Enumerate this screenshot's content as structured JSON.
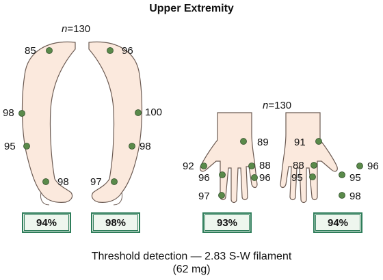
{
  "title": "Upper Extremity",
  "n_label_left": "n=130",
  "n_label_right": "n=130",
  "values": {
    "left_arm": {
      "shoulder": "85",
      "upper_arm": "98",
      "forearm": "95",
      "wrist": "98"
    },
    "right_arm": {
      "shoulder": "96",
      "upper_arm": "100",
      "forearm": "98",
      "wrist": "97"
    },
    "hand_a": {
      "dorsum": "89",
      "thumb": "92",
      "index_prox": "96",
      "index_tip": "97",
      "little_prox": "88",
      "little_tip": "96"
    },
    "hand_b": {
      "dorsum": "91",
      "index_prox": "88",
      "index_tip": "95",
      "thumb": "96",
      "little_prox": "95",
      "little_tip": "98"
    }
  },
  "percentages": {
    "left_arm": "94%",
    "right_arm": "98%",
    "hand_a": "93%",
    "hand_b": "94%"
  },
  "caption_line1": "Threshold detection — 2.83 S-W filament",
  "caption_line2": "(62 mg)",
  "colors": {
    "skin": "#fbe9dd",
    "outline": "#6b5a52",
    "dot": "#5a8a4a",
    "box_border": "#2e7d5a"
  }
}
